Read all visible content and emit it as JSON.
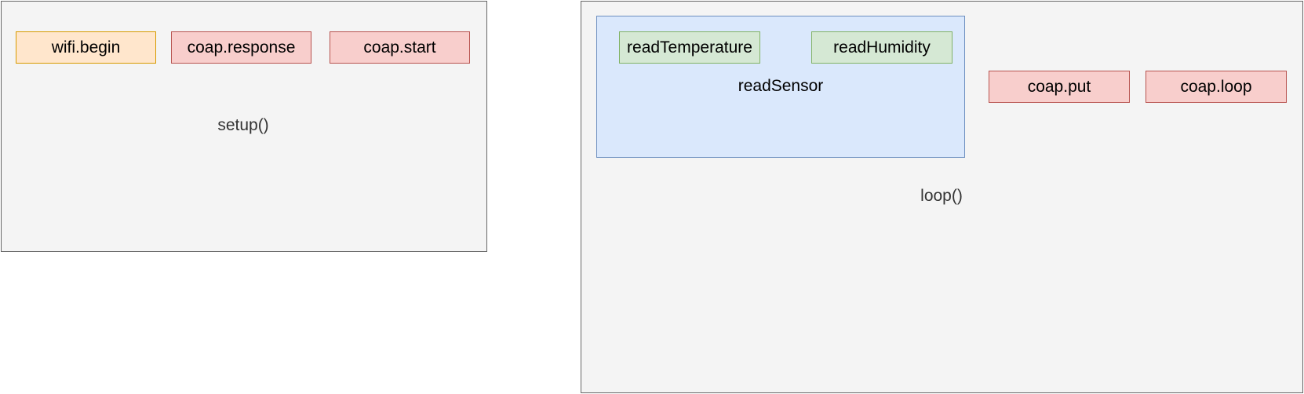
{
  "setup_group": {
    "label": "setup()",
    "wifi_begin": "wifi.begin",
    "coap_response": "coap.response",
    "coap_start": "coap.start"
  },
  "loop_group": {
    "label": "loop()",
    "read_sensor": {
      "label": "readSensor",
      "read_temperature": "readTemperature",
      "read_humidity": "readHumidity"
    },
    "coap_put": "coap.put",
    "coap_loop": "coap.loop"
  },
  "colors": {
    "container_fill": "#f4f4f4",
    "orange_fill": "#ffe6cc",
    "orange_stroke": "#d79b00",
    "red_fill": "#f8cecc",
    "red_stroke": "#b85450",
    "green_fill": "#d5e8d4",
    "green_stroke": "#82b366",
    "blue_fill": "#dae8fc",
    "blue_stroke": "#6c8ebf"
  }
}
